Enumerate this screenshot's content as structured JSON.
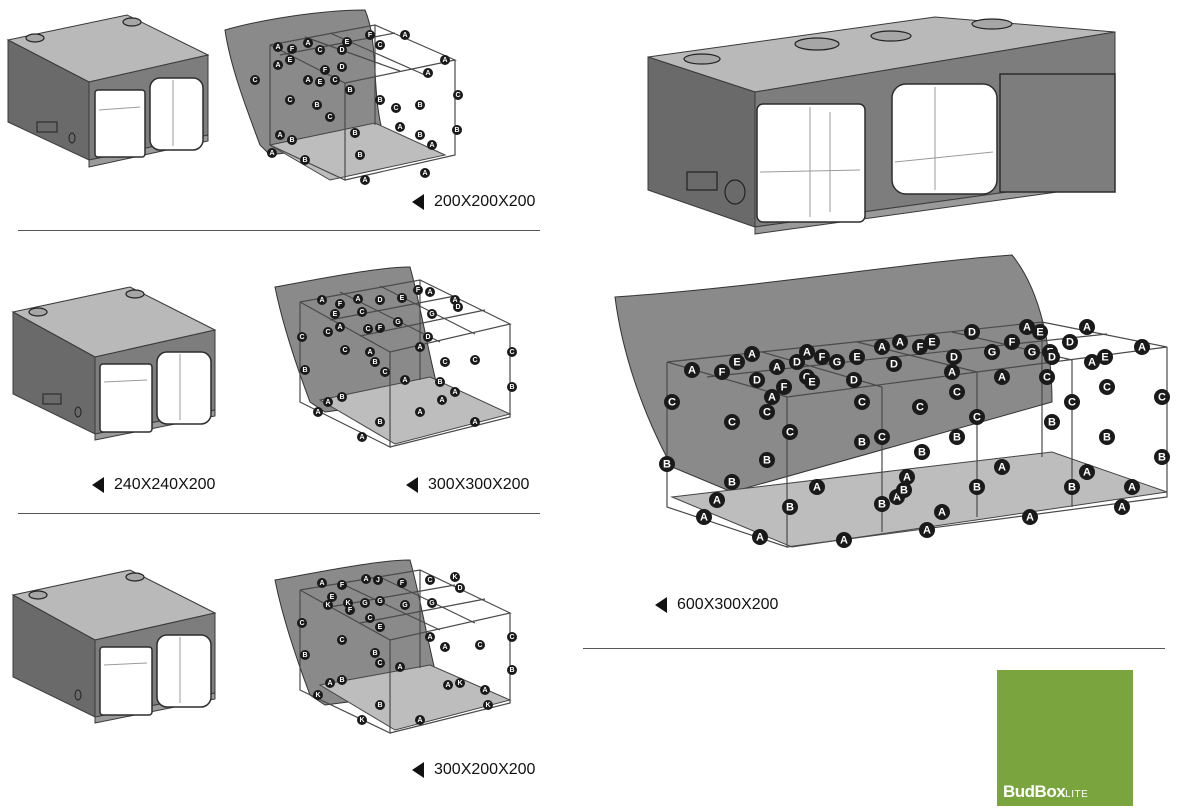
{
  "variants": [
    {
      "size_label": "200X200X200"
    },
    {
      "size_label": "240X240X200"
    },
    {
      "size_label": "300X300X200"
    },
    {
      "size_label": "300X200X200"
    },
    {
      "size_label": "600X300X200"
    }
  ],
  "logo": {
    "brand": "BudBox",
    "sub": "LITE"
  },
  "colors": {
    "logo_green": "#7aa53e",
    "tent_grey": "#7d7d7d",
    "tent_top": "#b9b9b9"
  }
}
